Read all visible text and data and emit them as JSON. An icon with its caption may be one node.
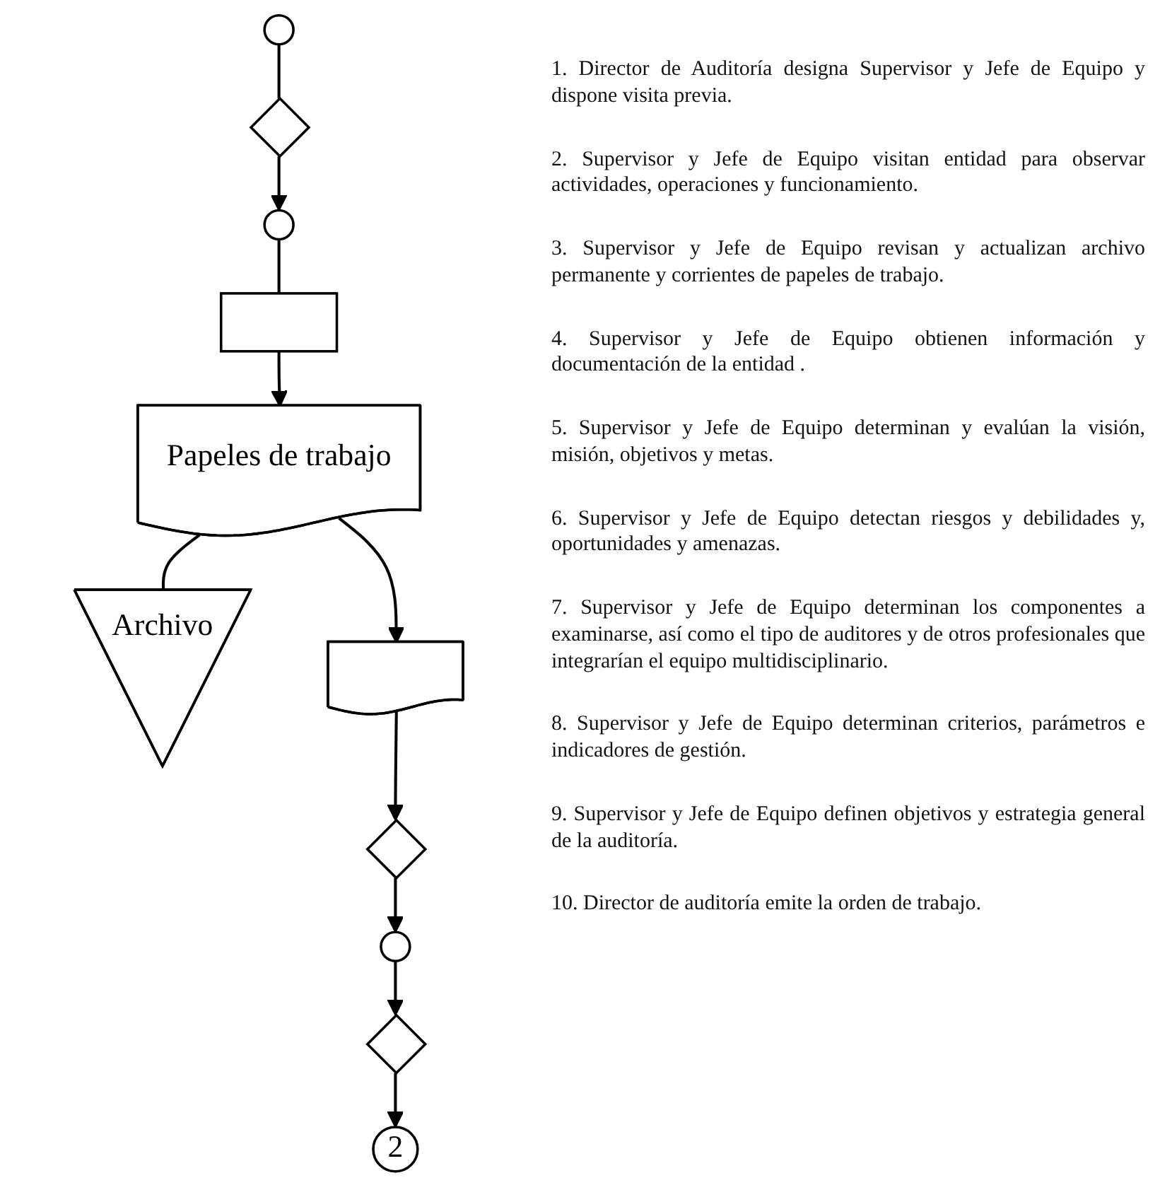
{
  "diagram": {
    "nodes": [
      {
        "text": [],
        "shape": "circle"
      },
      {
        "text": [],
        "shape": "diamond"
      },
      {
        "text": [],
        "shape": "circle"
      },
      {
        "text": [],
        "shape": "box"
      },
      {
        "text": [
          "Papeles de trabajo"
        ]
      },
      {
        "text": [
          "Archivo"
        ]
      },
      {
        "text": [],
        "shape": "document"
      },
      {
        "text": [],
        "shape": "diamond"
      },
      {
        "text": [],
        "shape": "circle"
      },
      {
        "text": [],
        "shape": "diamond"
      },
      {
        "text": [
          "2"
        ]
      }
    ],
    "edges": [
      {
        "from": 0,
        "to": 1,
        "arrow": "none"
      },
      {
        "from": 1,
        "to": 2,
        "arrow": "to"
      },
      {
        "from": 2,
        "to": 3,
        "arrow": "none"
      },
      {
        "from": 3,
        "to": 4,
        "arrow": "to"
      },
      {
        "from": 4,
        "to": 5,
        "arrow": "none"
      },
      {
        "from": 4,
        "to": 6,
        "arrow": "to"
      },
      {
        "from": 6,
        "to": 7,
        "arrow": "to"
      },
      {
        "from": 7,
        "to": 8,
        "arrow": "to"
      },
      {
        "from": 8,
        "to": 9,
        "arrow": "to"
      },
      {
        "from": 9,
        "to": 10,
        "arrow": "to"
      }
    ],
    "labels": [
      "1. Director de Auditoría designa Supervisor y Jefe de Equipo y dispone visita previa.",
      "2. Supervisor y Jefe de Equipo visitan entidad para observar actividades, operaciones y funcionamiento.",
      "3. Supervisor y Jefe de Equipo revisan y actualizan archivo permanente y corrientes de papeles de trabajo.",
      "4. Supervisor y Jefe de Equipo obtienen información y documentación de la entidad .",
      "5. Supervisor y Jefe de Equipo determinan y evalúan la visión, misión, objetivos y metas.",
      "6. Supervisor y Jefe de Equipo detectan riesgos y debilidades y, oportunidades y amenazas.",
      "7. Supervisor y Jefe de Equipo determinan los componentes a examinarse, así como el tipo de auditores y de otros profesionales que integrarían el equipo multidisciplinario.",
      "8. Supervisor y Jefe de Equipo determinan criterios, parámetros e indicadores de gestión.",
      "9. Supervisor y Jefe de Equipo definen objetivos y estrategia general de la auditoría.",
      "10. Director de auditoría emite la orden de trabajo."
    ]
  }
}
